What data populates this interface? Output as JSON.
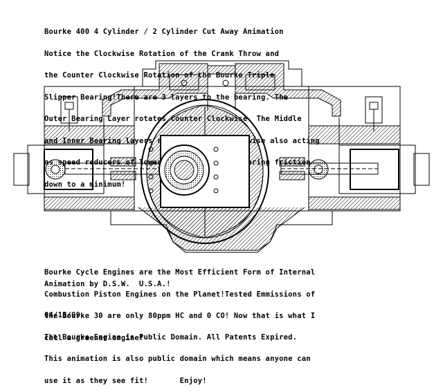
{
  "header": {
    "lines": [
      "Bourke 400 4 Cylinder / 2 Cylinder Cut Away Animation",
      "Notice the Clockwise Rotation of the Crank Throw and",
      "the Counter Clockwise Rotation of the Bourke Triple",
      "Slipper Bearing!There are 3 layers to the bearing. The",
      "Outer Bearing Layer rotates Counter Clockwise. The Middle",
      "and Inner Bearing layers rotate Counter Clockwise also acting",
      "as speed reducers of lower ratio's keeping bearing friction",
      "down to a minimum!"
    ]
  },
  "footer": {
    "paragraph_lines": [
      "Bourke Cycle Engines are the Most Efficient Form of Internal",
      "Combustion Piston Engines on the Planet!Tested Emmissions of",
      "the Bourke 30 are only 80ppm HC and 0 CO! Now that is what I",
      "call a greener engine!"
    ],
    "credit": "Animation by D.S.W.  U.S.A.!",
    "date": "04/15/99",
    "notice_lines": [
      "The Bourke Engine is Public Domain. All Patents Expired.",
      "This animation is also public domain which means anyone can",
      "use it as they see fit!       Enjoy!"
    ]
  },
  "illustration": {
    "subject": "bourke-engine-cutaway",
    "colors": {
      "line": "#000000",
      "background": "#ffffff"
    }
  }
}
